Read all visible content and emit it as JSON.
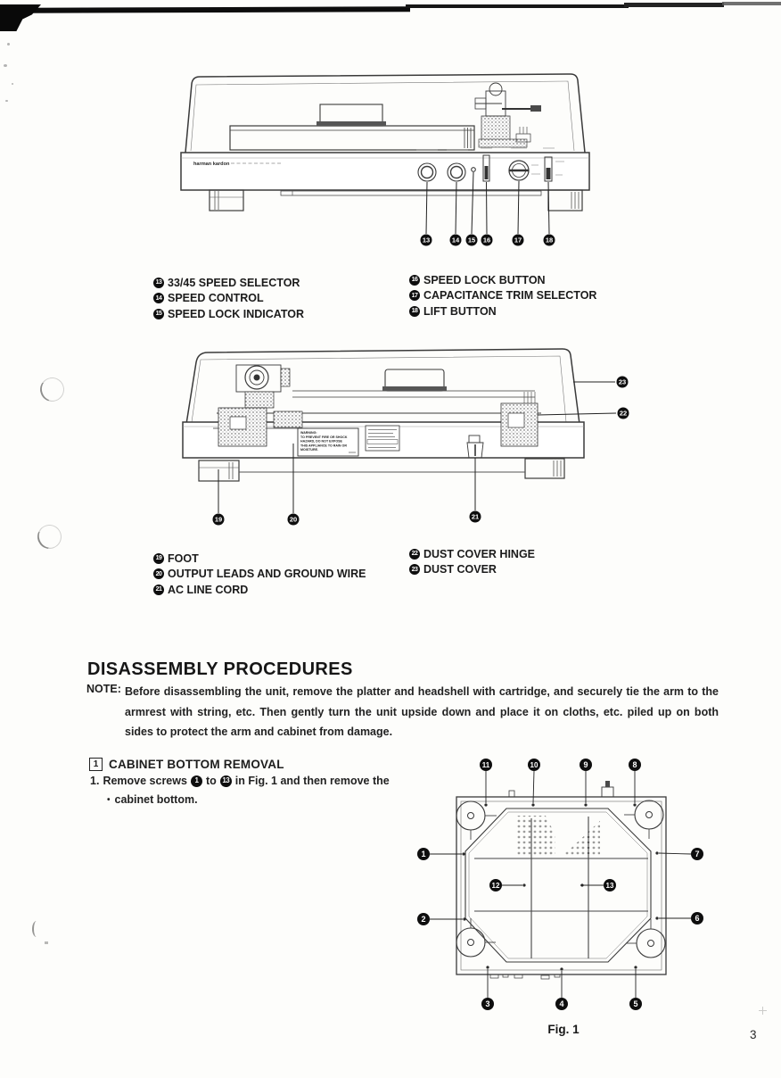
{
  "page_number": "3",
  "front_figure": {
    "brand": "harman kardon",
    "callouts": [
      "13",
      "14",
      "15",
      "16",
      "17",
      "18"
    ]
  },
  "front_legend": {
    "left": [
      {
        "num": "13",
        "label": "33/45 SPEED SELECTOR"
      },
      {
        "num": "14",
        "label": "SPEED CONTROL"
      },
      {
        "num": "15",
        "label": "SPEED LOCK INDICATOR"
      }
    ],
    "right": [
      {
        "num": "16",
        "label": "SPEED LOCK BUTTON"
      },
      {
        "num": "17",
        "label": "CAPACITANCE TRIM SELECTOR"
      },
      {
        "num": "18",
        "label": "LIFT BUTTON"
      }
    ]
  },
  "rear_figure": {
    "warning_lines": [
      "WARNING:",
      "TO PREVENT FIRE OR SHOCK",
      "HAZARD, DO NOT EXPOSE",
      "THIS APPLIANCE TO RAIN OR",
      "MOISTURE."
    ],
    "callouts": [
      "19",
      "20",
      "21",
      "22",
      "23"
    ]
  },
  "rear_legend": {
    "left": [
      {
        "num": "19",
        "label": "FOOT"
      },
      {
        "num": "20",
        "label": "OUTPUT LEADS AND GROUND WIRE"
      },
      {
        "num": "21",
        "label": "AC LINE CORD"
      }
    ],
    "right": [
      {
        "num": "22",
        "label": "DUST COVER HINGE"
      },
      {
        "num": "23",
        "label": "DUST COVER"
      }
    ]
  },
  "disassembly": {
    "title": "DISASSEMBLY PROCEDURES",
    "note_label": "NOTE:",
    "note_text": "Before disassembling the unit, remove the platter and headshell with cartridge, and securely tie the arm to the armrest with string, etc. Then gently turn the unit upside down and place it on cloths, etc. piled up on both sides to protect the arm and cabinet from damage."
  },
  "cabinet_section": {
    "index": "1",
    "title": "CABINET BOTTOM REMOVAL",
    "step_number": "1.",
    "step_part1": "Remove screws",
    "screw_from": "1",
    "step_part2": "to",
    "screw_to": "13",
    "step_part3": "in Fig. 1 and then remove the",
    "step_line2_bullet": "•",
    "step_line2": "cabinet bottom."
  },
  "bottom_figure": {
    "caption": "Fig. 1",
    "callouts": [
      "1",
      "2",
      "3",
      "4",
      "5",
      "6",
      "7",
      "8",
      "9",
      "10",
      "11",
      "12",
      "13"
    ]
  }
}
